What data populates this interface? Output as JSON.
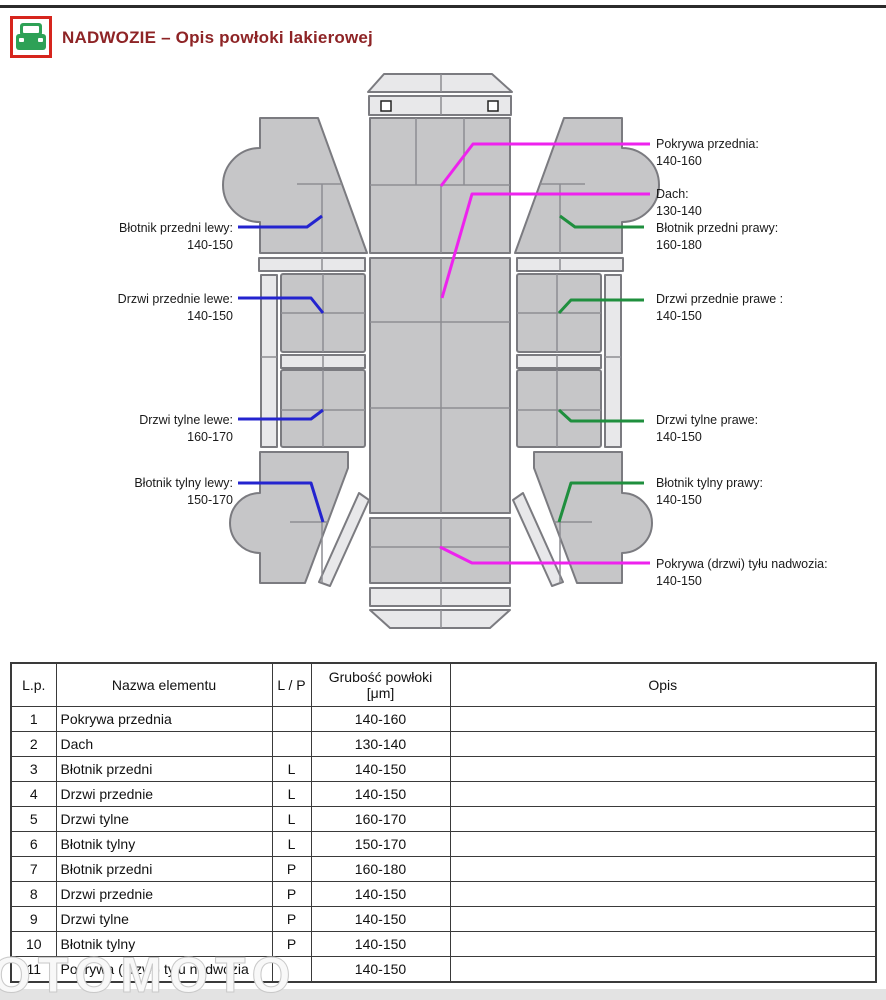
{
  "header": {
    "title": "NADWOZIE – Opis powłoki lakierowej"
  },
  "diagram": {
    "labels_left": [
      {
        "name": "Błotnik przedni lewy:",
        "value": "140-150"
      },
      {
        "name": "Drzwi przednie lewe:",
        "value": "140-150"
      },
      {
        "name": "Drzwi tylne lewe:",
        "value": "160-170"
      },
      {
        "name": "Błotnik tylny lewy:",
        "value": "150-170"
      }
    ],
    "labels_right": [
      {
        "name": "Pokrywa przednia:",
        "value": "140-160"
      },
      {
        "name": "Dach:",
        "value": "130-140"
      },
      {
        "name": "Błotnik przedni prawy:",
        "value": "160-180"
      },
      {
        "name": "Drzwi przednie prawe :",
        "value": "140-150"
      },
      {
        "name": "Drzwi tylne prawe:",
        "value": "140-150"
      },
      {
        "name": "Błotnik tylny prawy:",
        "value": "140-150"
      },
      {
        "name": "Pokrywa (drzwi) tyłu nadwozia:",
        "value": "140-150"
      }
    ],
    "callout_colors": {
      "left_blue": "#2424cf",
      "right_green": "#1f8f3e",
      "center_magenta": "#ee22ee"
    }
  },
  "table": {
    "columns": [
      {
        "label": "L.p."
      },
      {
        "label": "Nazwa elementu"
      },
      {
        "label": "L / P"
      },
      {
        "label": "Grubość powłoki",
        "sublabel": "[μm]"
      },
      {
        "label": "Opis"
      }
    ],
    "rows": [
      {
        "lp": "1",
        "name": "Pokrywa przednia",
        "side": "",
        "thickness": "140-160",
        "opis": ""
      },
      {
        "lp": "2",
        "name": "Dach",
        "side": "",
        "thickness": "130-140",
        "opis": ""
      },
      {
        "lp": "3",
        "name": "Błotnik przedni",
        "side": "L",
        "thickness": "140-150",
        "opis": ""
      },
      {
        "lp": "4",
        "name": "Drzwi przednie",
        "side": "L",
        "thickness": "140-150",
        "opis": ""
      },
      {
        "lp": "5",
        "name": "Drzwi tylne",
        "side": "L",
        "thickness": "160-170",
        "opis": ""
      },
      {
        "lp": "6",
        "name": "Błotnik tylny",
        "side": "L",
        "thickness": "150-170",
        "opis": ""
      },
      {
        "lp": "7",
        "name": "Błotnik przedni",
        "side": "P",
        "thickness": "160-180",
        "opis": ""
      },
      {
        "lp": "8",
        "name": "Drzwi przednie",
        "side": "P",
        "thickness": "140-150",
        "opis": ""
      },
      {
        "lp": "9",
        "name": "Drzwi tylne",
        "side": "P",
        "thickness": "140-150",
        "opis": ""
      },
      {
        "lp": "10",
        "name": "Błotnik tylny",
        "side": "P",
        "thickness": "140-150",
        "opis": ""
      },
      {
        "lp": "11",
        "name": "Pokrywa (drzwi) tyłu nadwozia",
        "side": "",
        "thickness": "140-150",
        "opis": ""
      }
    ]
  },
  "watermark": {
    "text": "OTOMOTO"
  }
}
